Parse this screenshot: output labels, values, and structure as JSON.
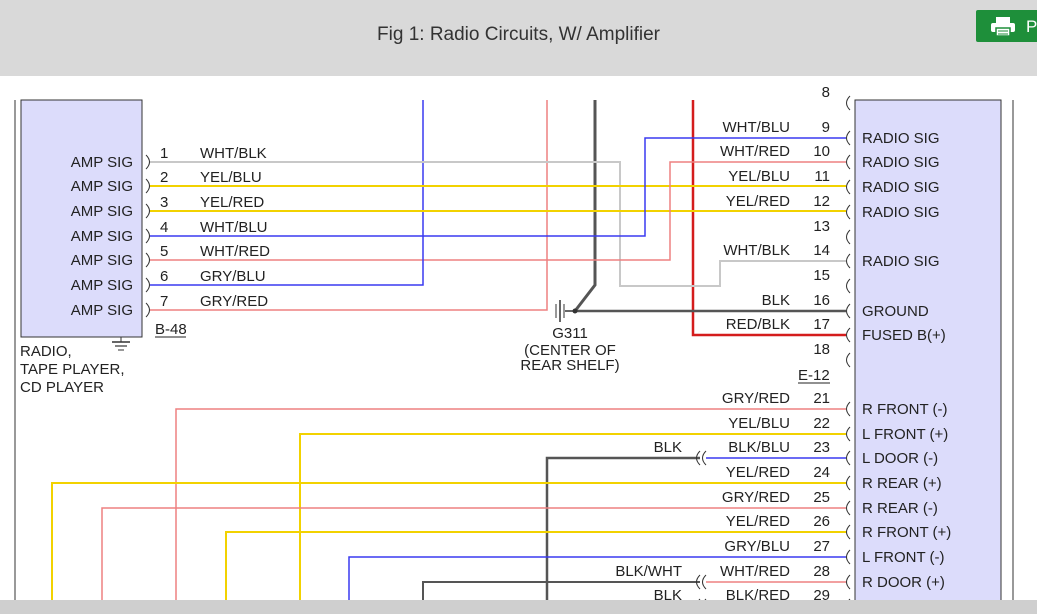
{
  "header": {
    "title": "Fig 1: Radio Circuits, W/ Amplifier",
    "print_label": "P"
  },
  "left_box": {
    "pins": [
      {
        "label": "AMP SIG",
        "num": "1",
        "wire": "WHT/BLK"
      },
      {
        "label": "AMP SIG",
        "num": "2",
        "wire": "YEL/BLU"
      },
      {
        "label": "AMP SIG",
        "num": "3",
        "wire": "YEL/RED"
      },
      {
        "label": "AMP SIG",
        "num": "4",
        "wire": "WHT/BLU"
      },
      {
        "label": "AMP SIG",
        "num": "5",
        "wire": "WHT/RED"
      },
      {
        "label": "AMP SIG",
        "num": "6",
        "wire": "GRY/BLU"
      },
      {
        "label": "AMP SIG",
        "num": "7",
        "wire": "GRY/RED"
      }
    ],
    "connector": "B-48",
    "component_lines": [
      "RADIO,",
      "TAPE PLAYER,",
      "CD PLAYER"
    ]
  },
  "ground": {
    "id": "G311",
    "desc_lines": [
      "(CENTER OF",
      "REAR SHELF)"
    ]
  },
  "right_box": {
    "connector": "E-12",
    "pins_upper": [
      {
        "num": "8",
        "wire": "",
        "label": ""
      },
      {
        "num": "9",
        "wire": "WHT/BLU",
        "label": "RADIO SIG"
      },
      {
        "num": "10",
        "wire": "WHT/RED",
        "label": "RADIO SIG"
      },
      {
        "num": "11",
        "wire": "YEL/BLU",
        "label": "RADIO SIG"
      },
      {
        "num": "12",
        "wire": "YEL/RED",
        "label": "RADIO SIG"
      },
      {
        "num": "13",
        "wire": "",
        "label": ""
      },
      {
        "num": "14",
        "wire": "WHT/BLK",
        "label": "RADIO SIG"
      },
      {
        "num": "15",
        "wire": "",
        "label": ""
      },
      {
        "num": "16",
        "wire": "BLK",
        "label": "GROUND"
      },
      {
        "num": "17",
        "wire": "RED/BLK",
        "label": "FUSED B(+)"
      },
      {
        "num": "18",
        "wire": "",
        "label": ""
      }
    ],
    "pins_lower": [
      {
        "num": "21",
        "wire": "GRY/RED",
        "label": "R FRONT (-)"
      },
      {
        "num": "22",
        "wire": "YEL/BLU",
        "label": "L FRONT (+)"
      },
      {
        "num": "23",
        "wire": "BLK/BLU",
        "label": "L DOOR (-)",
        "ext": "BLK"
      },
      {
        "num": "24",
        "wire": "YEL/RED",
        "label": "R REAR (+)"
      },
      {
        "num": "25",
        "wire": "GRY/RED",
        "label": "R REAR (-)"
      },
      {
        "num": "26",
        "wire": "YEL/RED",
        "label": "R FRONT (+)"
      },
      {
        "num": "27",
        "wire": "GRY/BLU",
        "label": "L FRONT (-)"
      },
      {
        "num": "28",
        "wire": "WHT/RED",
        "label": "R DOOR (+)",
        "ext": "BLK/WHT"
      },
      {
        "num": "29",
        "wire": "BLK/RED",
        "label": "",
        "ext": "BLK"
      }
    ]
  },
  "colors": {
    "box_fill": "#dcdcfb",
    "gray_wire": "#c8c8c8",
    "yellow_wire": "#f2d200",
    "blue_wire": "#3a3af0",
    "red_wire": "#ee8080",
    "bright_red_wire": "#d41c1c",
    "dark_wire": "#555555",
    "print_green": "#1e8f3a"
  }
}
